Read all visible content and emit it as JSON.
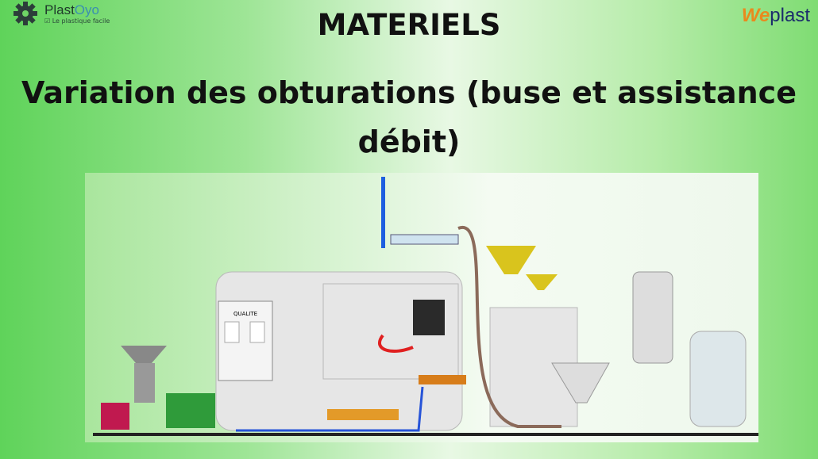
{
  "logo_left": {
    "name_part1": "Plast",
    "name_part2": "Oyo",
    "tagline": "Le plastique facile"
  },
  "logo_right": {
    "part1": "We",
    "part2": "plast"
  },
  "title": "MATERIELS",
  "subtitle": "Variation des obturations (buse et assistance débit)",
  "illustration": {
    "label_qualite": "QUALITE"
  }
}
